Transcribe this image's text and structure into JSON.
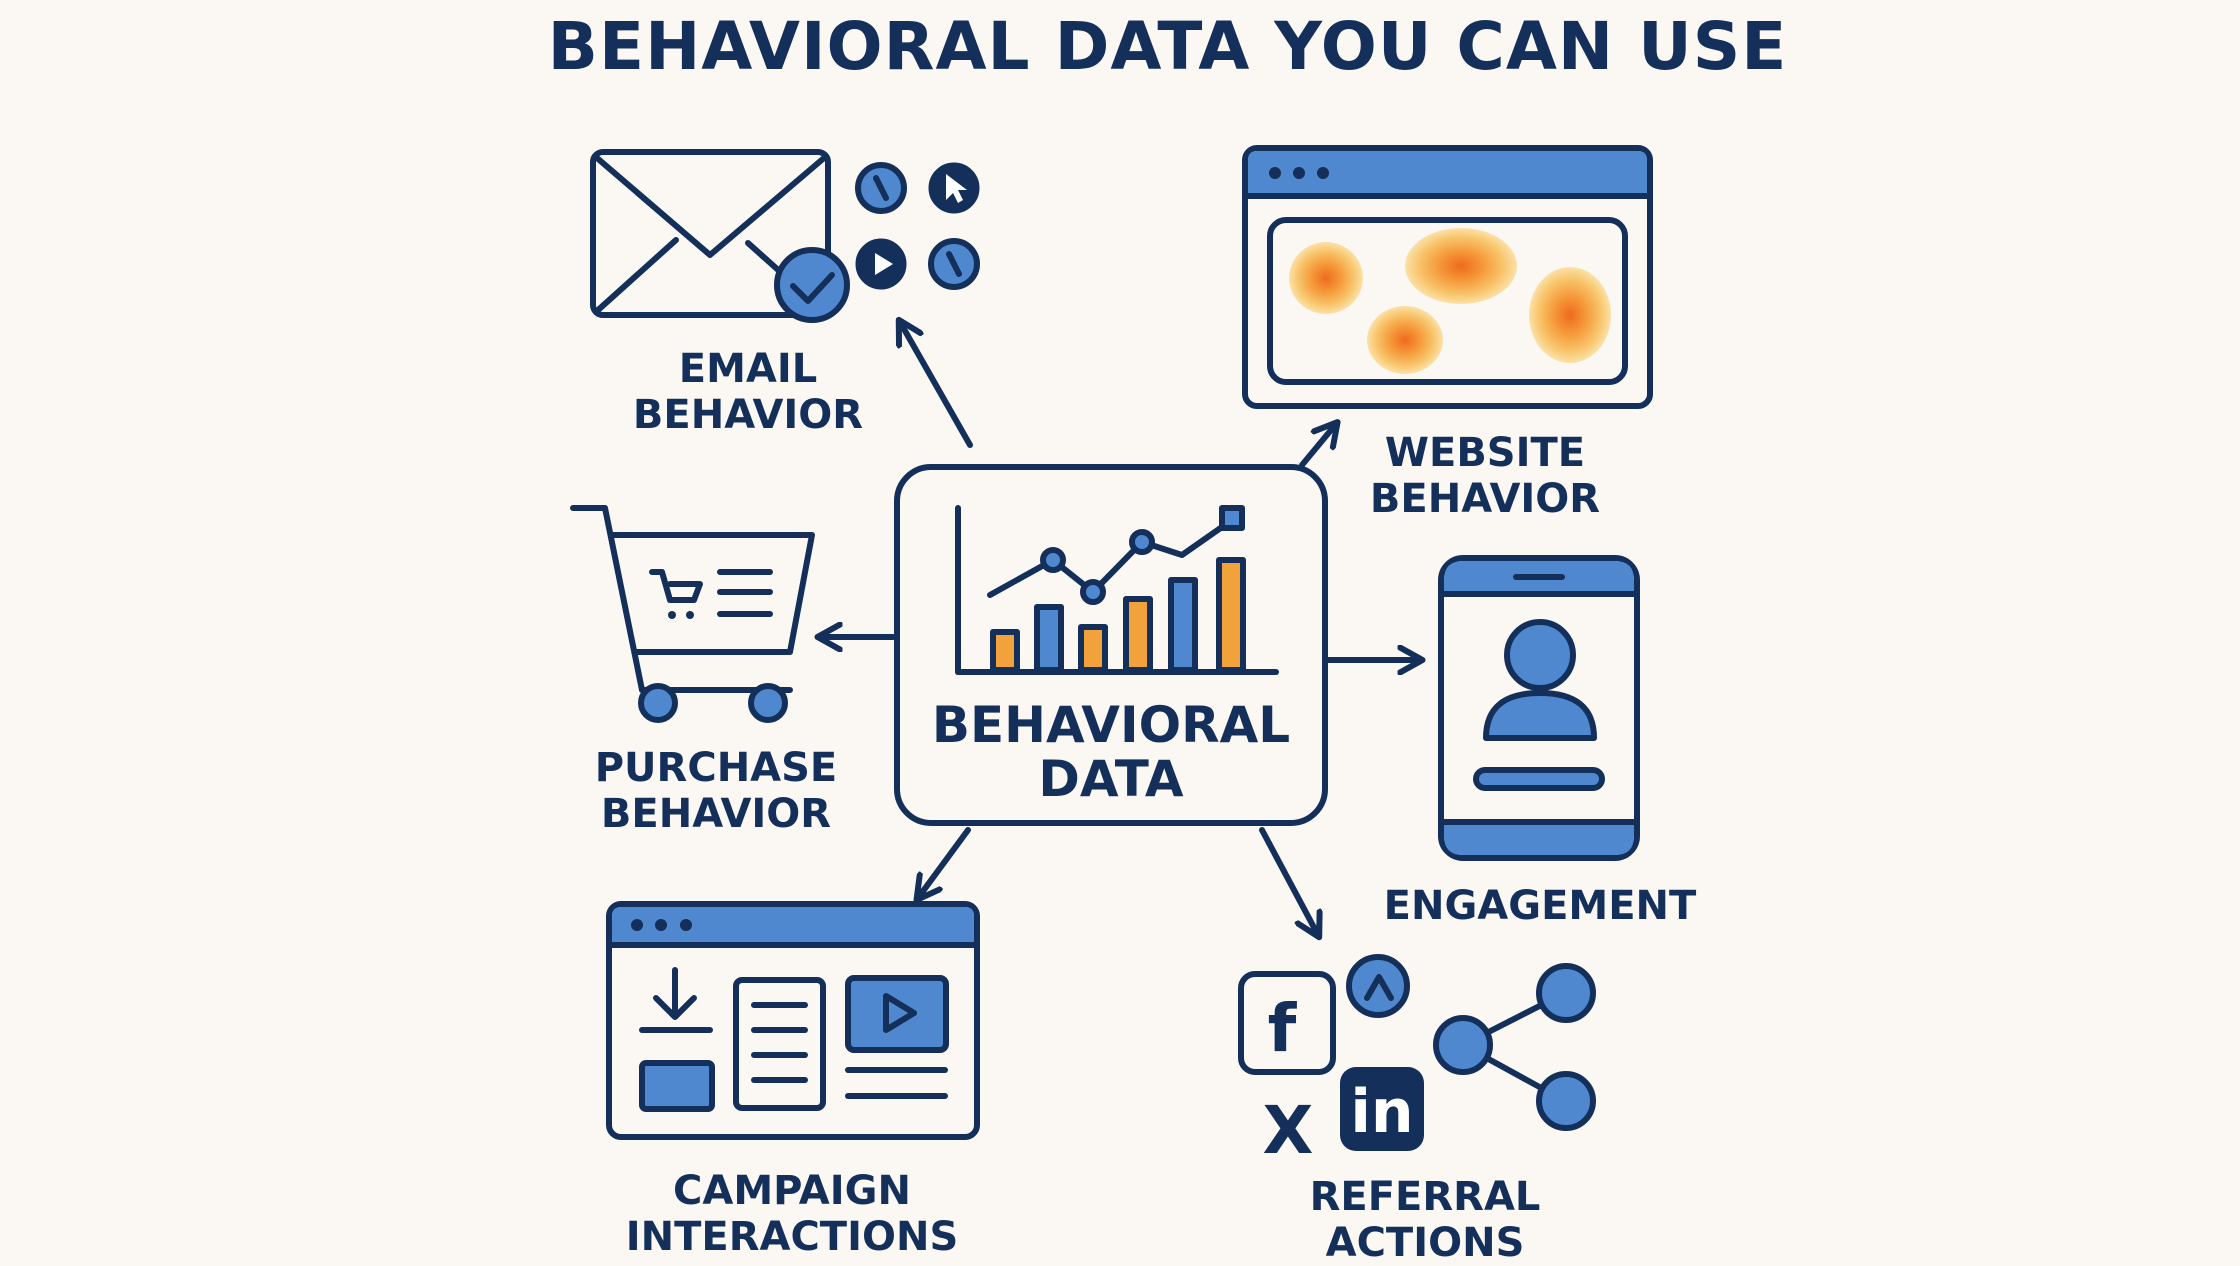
{
  "title": "BEHAVIORAL DATA YOU CAN USE",
  "center": {
    "line1": "BEHAVIORAL",
    "line2": "DATA"
  },
  "nodes": {
    "email": {
      "line1": "EMAIL",
      "line2": "BEHAVIOR"
    },
    "website": {
      "line1": "WEBSITE",
      "line2": "BEHAVIOR"
    },
    "purchase": {
      "line1": "PURCHASE",
      "line2": "BEHAVIOR"
    },
    "engagement": {
      "line1": "ENGAGEMENT"
    },
    "campaign": {
      "line1": "CAMPAIGN",
      "line2": "INTERACTIONS"
    },
    "referral": {
      "line1": "REFERRAL",
      "line2": "ACTIONS"
    }
  },
  "social": {
    "facebook": "f",
    "x": "X",
    "linkedin": "in"
  },
  "colors": {
    "navy": "#14305a",
    "blue": "#4f88cf",
    "orange": "#f2a23b",
    "background": "#fbf8f3"
  }
}
